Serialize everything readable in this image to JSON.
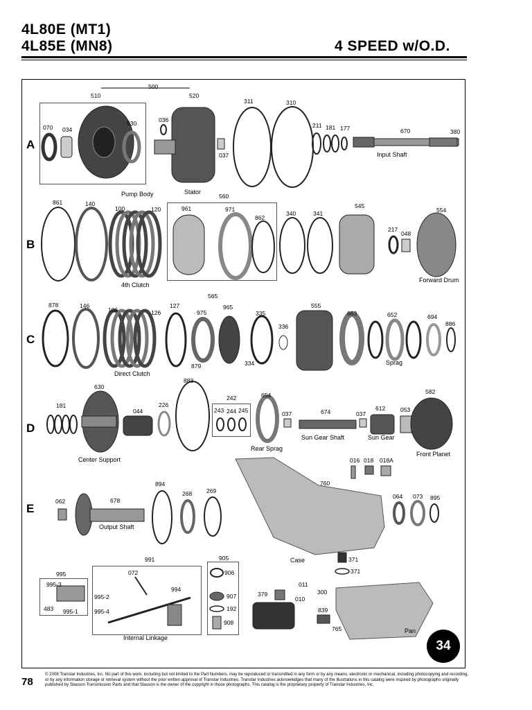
{
  "header": {
    "model_line1": "4L80E (MT1)",
    "model_line2": "4L85E (MN8)",
    "title": "4 SPEED w/O.D."
  },
  "rows": [
    "A",
    "B",
    "C",
    "D",
    "E"
  ],
  "parts": {
    "p500": "500",
    "p510": "510",
    "p520": "520",
    "p311": "311",
    "p310": "310",
    "p070": "070",
    "p034": "034",
    "p530": "530",
    "p036": "036",
    "p037a": "037",
    "p211": "211",
    "p181a": "181",
    "p177": "177",
    "p670": "670",
    "p380": "380",
    "p861": "861",
    "p140": "140",
    "p100": "100",
    "p120": "120",
    "p560": "560",
    "p961": "961",
    "p971": "971",
    "p862": "862",
    "p340": "340",
    "p341": "341",
    "p545": "545",
    "p217": "217",
    "p048": "048",
    "p554": "554",
    "p878": "878",
    "p146": "146",
    "p106": "106",
    "p126": "126",
    "p127": "127",
    "p565": "565",
    "p975": "975",
    "p965": "965",
    "p335": "335",
    "p336": "336",
    "p879": "879",
    "p334": "334",
    "p555": "555",
    "p663": "663",
    "p652": "652",
    "p694": "694",
    "p886": "886",
    "p630": "630",
    "p181b": "181",
    "p044": "044",
    "p226": "226",
    "p883": "883",
    "p242": "242",
    "p243": "243",
    "p244": "244",
    "p245": "245",
    "p654": "654",
    "p037b": "037",
    "p674": "674",
    "p037c": "037",
    "p612": "612",
    "p053": "053",
    "p582": "582",
    "p016": "016",
    "p018": "018",
    "p018a": "018A",
    "p760": "760",
    "p062": "062",
    "p678": "678",
    "p894": "894",
    "p268": "268",
    "p269": "269",
    "p064": "064",
    "p073": "073",
    "p895": "895",
    "p371a": "371",
    "p371b": "371",
    "p991": "991",
    "p995": "995",
    "p995_3": "995-3",
    "p483": "483",
    "p995_1": "995-1",
    "p072": "072",
    "p995_2": "995-2",
    "p995_4": "995-4",
    "p994": "994",
    "p905": "905",
    "p906": "906",
    "p907": "907",
    "p192": "192",
    "p908": "908",
    "p011": "011",
    "p300": "300",
    "p379": "379",
    "p010": "010",
    "p839": "839",
    "p765": "765"
  },
  "captions": {
    "pump_body": "Pump Body",
    "stator": "Stator",
    "input_shaft": "Input Shaft",
    "fourth_clutch": "4th Clutch",
    "forward_drum": "Forward Drum",
    "direct_clutch": "Direct Clutch",
    "sprag": "Sprag",
    "center_support": "Center Support",
    "rear_sprag": "Rear Sprag",
    "sun_gear_shaft": "Sun Gear Shaft",
    "sun_gear": "Sun Gear",
    "front_planet": "Front Planet",
    "output_shaft": "Output Shaft",
    "case": "Case",
    "internal_linkage": "Internal Linkage",
    "pan": "Pan"
  },
  "page_badge": "34",
  "page_number": "78",
  "copyright": "© 2008 Transtar Industries, Inc. No part of this work, including but not limited to the Part Numbers, may be reproduced or transmitted in any form or by any means, electronic or mechanical, including photocopying and recording, or by any information storage or retrieval system without the prior written approval of Transtar Industries. Transtar Industries acknowledges that many of the illustrations in this catalog were inspired by photographs originally published by Slauson Transmission Parts and that Slauson is the owner of the copyright in those photographs. This catalog is the proprietary property of Transtar Industries, Inc."
}
